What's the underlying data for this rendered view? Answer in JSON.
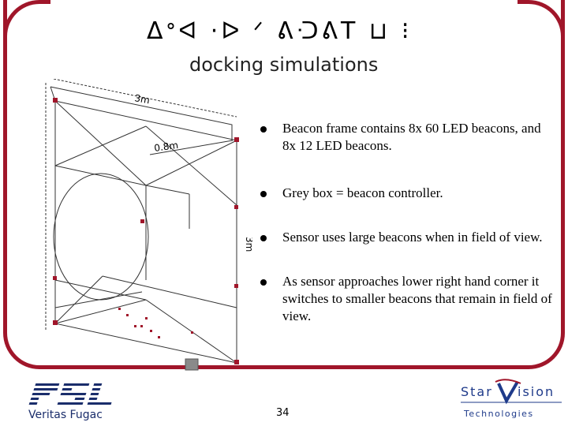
{
  "slide": {
    "title_glyphs": "ᐃᐤᐊ ·ᐅ ᐟ ᕕᑝᕕT ⊔ ⁝",
    "subtitle": "docking simulations",
    "page_number": "34"
  },
  "drawing": {
    "label_width": "3m",
    "label_inner": "0.8m",
    "label_height": "3m"
  },
  "bullets": [
    "Beacon frame contains 8x 60 LED beacons, and 8x 12 LED beacons.",
    "Grey box = beacon controller.",
    "Sensor uses large beacons when in field of view.",
    "As sensor approaches lower right hand corner it switches to smaller beacons that remain in field of view."
  ],
  "footer": {
    "fsl_motto": "Veritas Fugac",
    "starvision_line1_a": "Star",
    "starvision_line1_b": "ision",
    "starvision_line2": "Technologies"
  },
  "colors": {
    "border": "#a0162a",
    "beacon": "#a0162a",
    "fsl_blue": "#1a2d6b",
    "starvision_blue": "#1e3a8a"
  }
}
